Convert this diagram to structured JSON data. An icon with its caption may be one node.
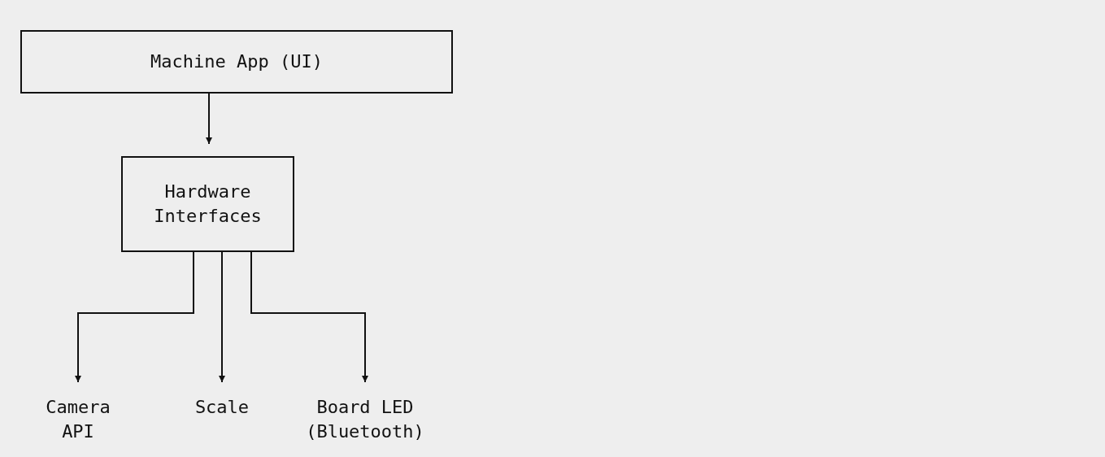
{
  "diagram": {
    "nodes": [
      {
        "text": [
          "Machine App (UI)"
        ]
      },
      {
        "text": [
          "Hardware Interfaces"
        ]
      },
      {
        "text": [
          "Camera API"
        ]
      },
      {
        "text": [
          "Scale"
        ]
      },
      {
        "text": [
          "Board LED (Bluetooth)"
        ]
      }
    ],
    "edges": [
      {
        "from": 0,
        "to": 1,
        "arrow": "to"
      },
      {
        "from": 1,
        "to": 2,
        "arrow": "to"
      },
      {
        "from": 1,
        "to": 3,
        "arrow": "to"
      },
      {
        "from": 1,
        "to": 4,
        "arrow": "to"
      }
    ]
  }
}
